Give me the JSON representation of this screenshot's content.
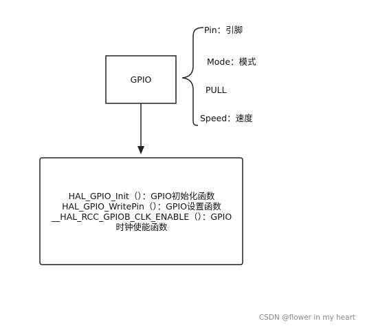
{
  "gpio_node": {
    "label": "GPIO"
  },
  "properties": [
    {
      "label": "Pin：引脚"
    },
    {
      "label": "Mode：模式"
    },
    {
      "label": "PULL"
    },
    {
      "label": "Speed：速度"
    }
  ],
  "functions_node": {
    "lines": [
      "HAL_GPIO_Init（）：GPIO初始化函数",
      "HAL_GPIO_WritePin（）：GPIO设置函数",
      "__HAL_RCC_GPIOB_CLK_ENABLE（）：GPIO",
      "时钟使能函数"
    ]
  },
  "watermark": {
    "text": "CSDN @flower in my heart"
  },
  "colors": {
    "stroke": "#222222",
    "text": "#111111",
    "watermark": "#8a8a8a"
  }
}
